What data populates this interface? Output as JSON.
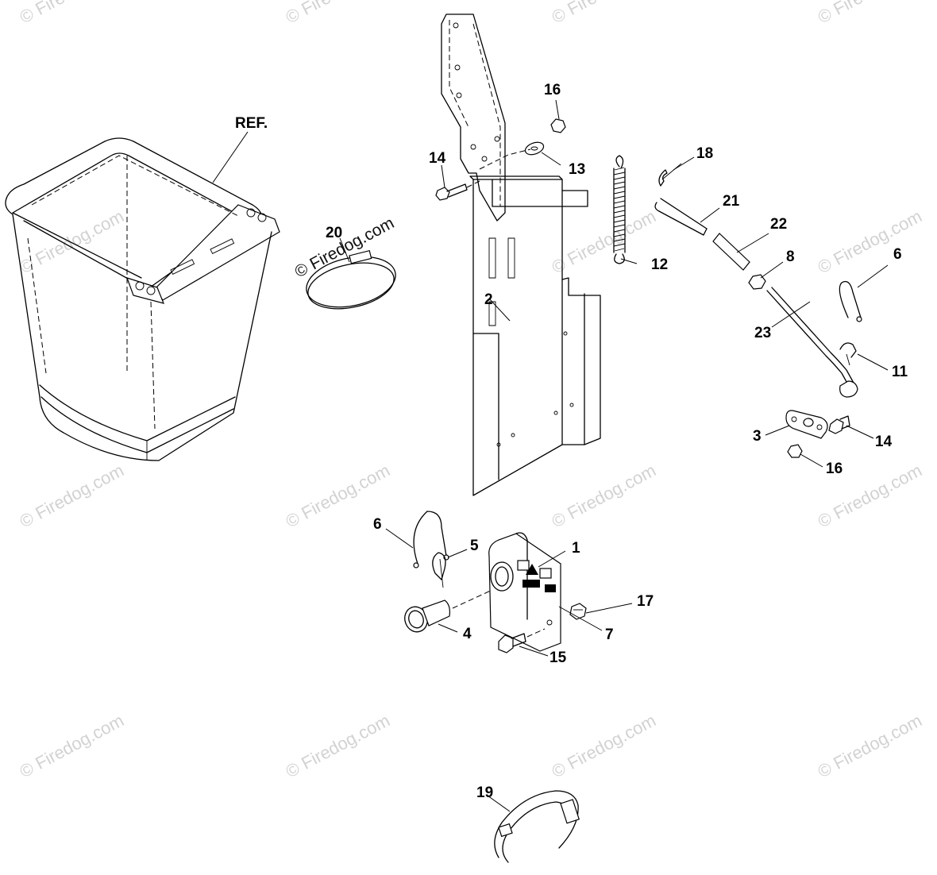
{
  "watermark": "© Firedog.com",
  "callouts": {
    "ref": "REF.",
    "c1": "1",
    "c2": "2",
    "c3": "3",
    "c4": "4",
    "c5": "5",
    "c6a": "6",
    "c6b": "6",
    "c7": "7",
    "c8": "8",
    "c11": "11",
    "c12": "12",
    "c13": "13",
    "c14a": "14",
    "c14b": "14",
    "c15": "15",
    "c16a": "16",
    "c16b": "16",
    "c17": "17",
    "c18": "18",
    "c19": "19",
    "c20": "20",
    "c21": "21",
    "c22": "22",
    "c23": "23"
  }
}
